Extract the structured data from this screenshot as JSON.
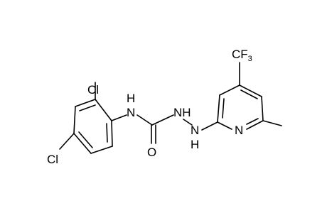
{
  "atoms": {
    "cl_top": "Cl",
    "cl_left": "Cl",
    "nh_amide": "H",
    "nh_amide_n": "N",
    "o": "O",
    "n_hydrazine_1": "NH",
    "n_hydrazine_2_n": "N",
    "n_hydrazine_2_h": "H",
    "n_pyridine": "N",
    "cf3_c": "CF",
    "cf3_sub": "3"
  },
  "colors": {
    "bond": "#000000",
    "text": "#000000",
    "background": "#ffffff"
  }
}
